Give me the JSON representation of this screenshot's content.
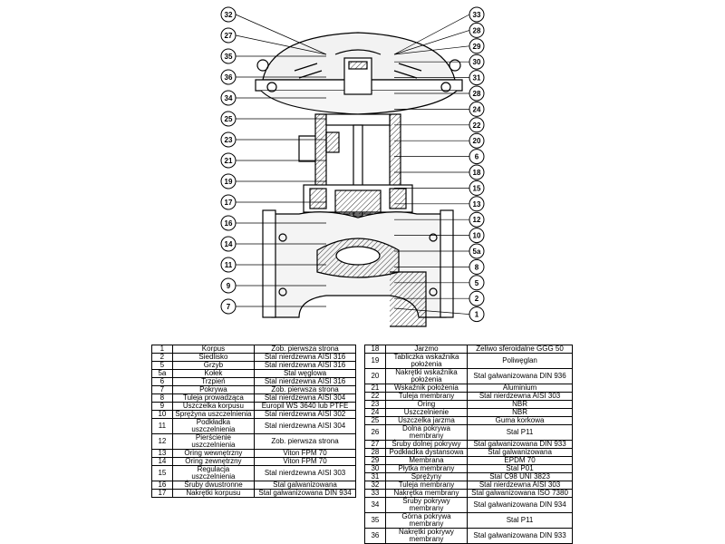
{
  "callouts_left": [
    "32",
    "27",
    "35",
    "36",
    "34",
    "25",
    "23",
    "21",
    "19",
    "17",
    "16",
    "14",
    "11",
    "9",
    "7"
  ],
  "callouts_right": [
    "33",
    "28",
    "29",
    "30",
    "31",
    "28",
    "24",
    "22",
    "20",
    "6",
    "18",
    "15",
    "13",
    "12",
    "10",
    "5a",
    "8",
    "5",
    "2",
    "1"
  ],
  "parts_left": [
    {
      "no": "1",
      "name": "Korpus",
      "material": "Zob. pierwsza strona"
    },
    {
      "no": "2",
      "name": "Siedlisko",
      "material": "Stal nierdzewna AISI 316"
    },
    {
      "no": "5",
      "name": "Grzyb",
      "material": "Stal nierdzewna AISI 316"
    },
    {
      "no": "5a",
      "name": "Kołek",
      "material": "Stal węglowa"
    },
    {
      "no": "6",
      "name": "Trzpień",
      "material": "Stal nierdzewna AISI 316"
    },
    {
      "no": "7",
      "name": "Pokrywa",
      "material": "Zob. pierwsza strona"
    },
    {
      "no": "8",
      "name": "Tuleja prowadząca",
      "material": "Stal nierdzewna AISI 304"
    },
    {
      "no": "9",
      "name": "Uszczelka korpusu",
      "material": "Europil WS 3640 lub PTFE"
    },
    {
      "no": "10",
      "name": "Sprężyna uszczelnienia",
      "material": "Stal nierdzewna AISI 302"
    },
    {
      "no": "11",
      "name": "Podkładka uszczelnienia",
      "material": "Stal nierdzewna AISI 304"
    },
    {
      "no": "12",
      "name": "Pierścienie uszczelnienia",
      "material": "Zob. pierwsza strona"
    },
    {
      "no": "13",
      "name": "Oring wewnętrzny",
      "material": "Viton FPM 70"
    },
    {
      "no": "14",
      "name": "Oring zewnętrzny",
      "material": "Viton FPM 70"
    },
    {
      "no": "15",
      "name": "Regulacja uszczelnienia",
      "material": "Stal nierdzewna AISI 303"
    },
    {
      "no": "16",
      "name": "Śruby dwustronne",
      "material": "Stal galwanizowana"
    },
    {
      "no": "17",
      "name": "Nakrętki korpusu",
      "material": "Stal galwanizowana DIN 934"
    }
  ],
  "parts_right": [
    {
      "no": "18",
      "name": "Jarzmo",
      "material": "Żeliwo sferoidalne GGG 50"
    },
    {
      "no": "19",
      "name": "Tabliczka wskaźnika położenia",
      "material": "Poliwęglan"
    },
    {
      "no": "20",
      "name": "Nakrętki wskaźnika położenia",
      "material": "Stal galwanizowana DIN 936"
    },
    {
      "no": "21",
      "name": "Wskaźnik położenia",
      "material": "Aluminium"
    },
    {
      "no": "22",
      "name": "Tuleja membrany",
      "material": "Stal nierdzewna AISI 303"
    },
    {
      "no": "23",
      "name": "Oring",
      "material": "NBR"
    },
    {
      "no": "24",
      "name": "Uszczelnienie",
      "material": "NBR"
    },
    {
      "no": "25",
      "name": "Uszczelka jarzma",
      "material": "Guma korkowa"
    },
    {
      "no": "26",
      "name": "Dolna pokrywa membrany",
      "material": "Stal P11"
    },
    {
      "no": "27",
      "name": "Śruby dolnej pokrywy",
      "material": "Stal galwanizowana DIN 933"
    },
    {
      "no": "28",
      "name": "Podkładka dystansowa",
      "material": "Stal galwanizowana"
    },
    {
      "no": "29",
      "name": "Membrana",
      "material": "EPDM 70"
    },
    {
      "no": "30",
      "name": "Płytka membrany",
      "material": "Stal P01"
    },
    {
      "no": "31",
      "name": "Sprężyny",
      "material": "Stal C98 UNI 3823"
    },
    {
      "no": "32",
      "name": "Tuleja membrany",
      "material": "Stal nierdzewna AISI 303"
    },
    {
      "no": "33",
      "name": "Nakrętka membrany",
      "material": "Stal galwanizowana ISO 7380"
    },
    {
      "no": "34",
      "name": "Śruby pokrywy membrany",
      "material": "Stal galwanizowana DIN 934"
    },
    {
      "no": "35",
      "name": "Górna pokrywa membrany",
      "material": "Stal P11"
    },
    {
      "no": "36",
      "name": "Nakrętki pokrywy membrany",
      "material": "Stal galwanizowana DIN 933"
    }
  ]
}
